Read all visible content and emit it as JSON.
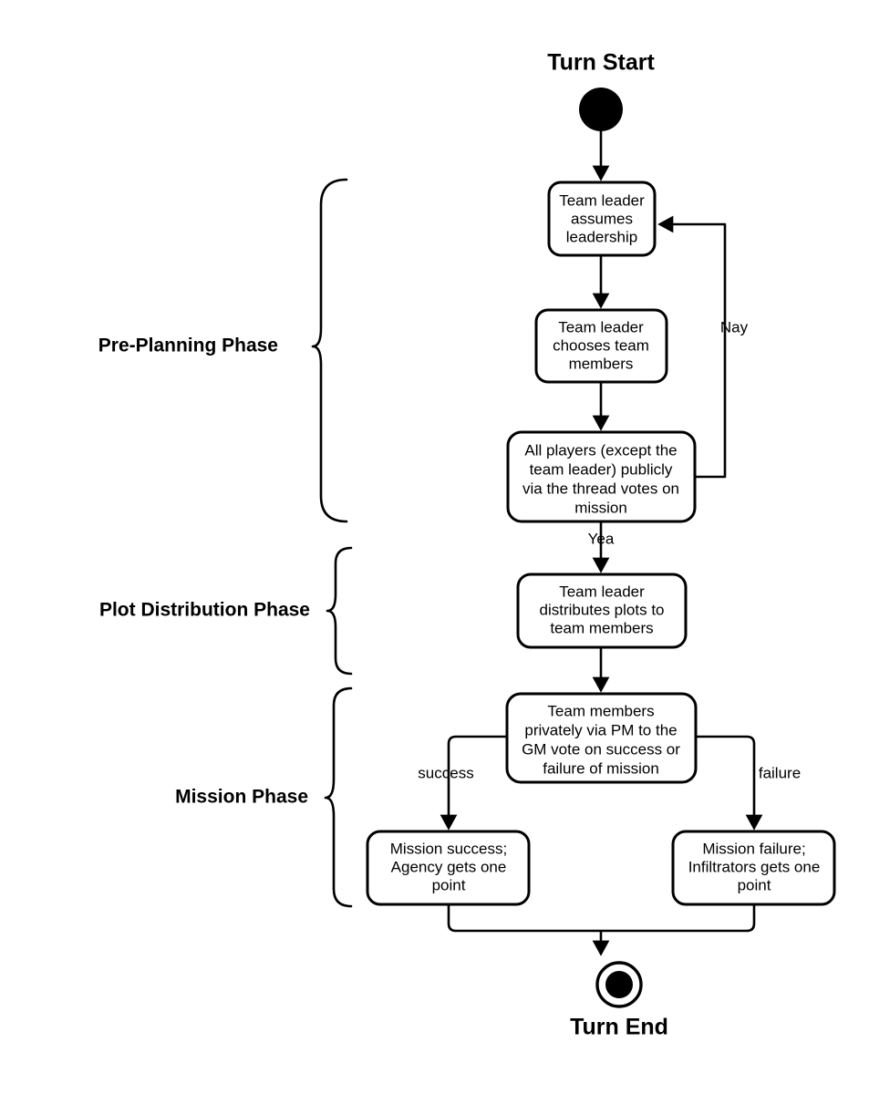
{
  "diagram": {
    "title_start": "Turn Start",
    "title_end": "Turn End",
    "phases": [
      {
        "id": "pre-planning",
        "label": "Pre-Planning Phase"
      },
      {
        "id": "plot-distribution",
        "label": "Plot Distribution Phase"
      },
      {
        "id": "mission",
        "label": "Mission Phase"
      }
    ],
    "nodes": [
      {
        "id": "start",
        "type": "initial",
        "name": "start-node"
      },
      {
        "id": "assume-leadership",
        "type": "activity",
        "name": "activity-assume-leadership",
        "lines": [
          "Team leader",
          "assumes",
          "leadership"
        ]
      },
      {
        "id": "choose-team",
        "type": "activity",
        "name": "activity-choose-team-members",
        "lines": [
          "Team leader",
          "chooses team",
          "members"
        ]
      },
      {
        "id": "public-vote",
        "type": "activity",
        "name": "activity-public-vote-on-mission",
        "lines": [
          "All players (except the",
          "team leader) publicly",
          "via the thread votes on",
          "mission"
        ]
      },
      {
        "id": "distribute-plots",
        "type": "activity",
        "name": "activity-distribute-plots",
        "lines": [
          "Team leader",
          "distributes plots to",
          "team members"
        ]
      },
      {
        "id": "private-vote",
        "type": "activity",
        "name": "activity-private-vote-success-failure",
        "lines": [
          "Team members",
          "privately via PM to the",
          "GM vote on success or",
          "failure of mission"
        ]
      },
      {
        "id": "mission-success",
        "type": "activity",
        "name": "activity-mission-success",
        "lines": [
          "Mission success;",
          "Agency gets one",
          "point"
        ]
      },
      {
        "id": "mission-failure",
        "type": "activity",
        "name": "activity-mission-failure",
        "lines": [
          "Mission failure;",
          "Infiltrators gets one",
          "point"
        ]
      },
      {
        "id": "end",
        "type": "final",
        "name": "end-node"
      }
    ],
    "edge_labels": {
      "nay": "Nay",
      "yea": "Yea",
      "success": "success",
      "failure": "failure"
    },
    "colors": {
      "stroke": "#000000",
      "fill": "#ffffff",
      "background": "#ffffff"
    }
  }
}
